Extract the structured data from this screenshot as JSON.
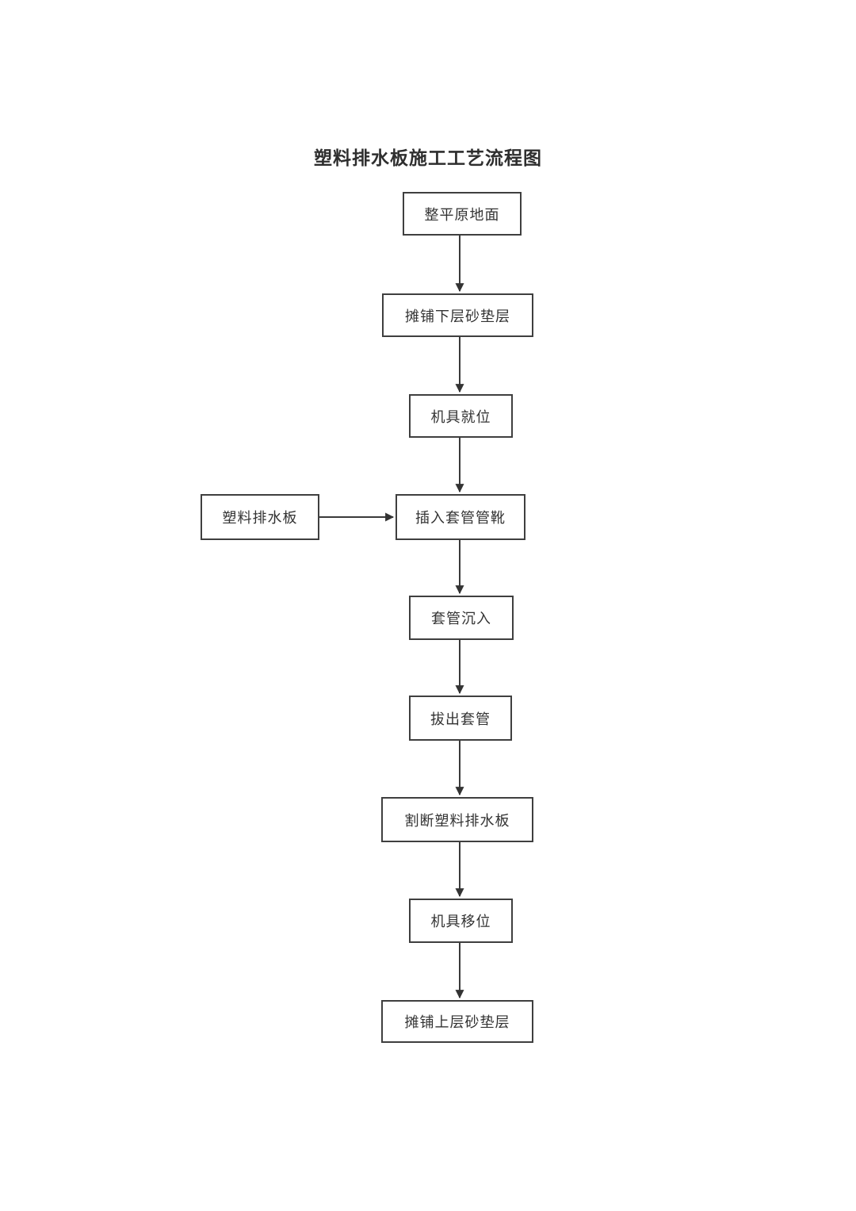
{
  "page": {
    "title": "塑料排水板施工工艺流程图"
  },
  "flowchart": {
    "nodes": [
      {
        "id": "level-ground",
        "label": "整平原地面"
      },
      {
        "id": "lower-sand-cushion",
        "label": "摊铺下层砂垫层"
      },
      {
        "id": "equipment-in-place",
        "label": "机具就位"
      },
      {
        "id": "drainage-board",
        "label": "塑料排水板"
      },
      {
        "id": "insert-casing-shoe",
        "label": "插入套管管靴"
      },
      {
        "id": "casing-sink",
        "label": "套管沉入"
      },
      {
        "id": "pull-out-casing",
        "label": "拔出套管"
      },
      {
        "id": "cut-drainage-board",
        "label": "割断塑料排水板"
      },
      {
        "id": "equipment-relocate",
        "label": "机具移位"
      },
      {
        "id": "upper-sand-cushion",
        "label": "摊铺上层砂垫层"
      }
    ],
    "edges": [
      {
        "from": "level-ground",
        "to": "lower-sand-cushion"
      },
      {
        "from": "lower-sand-cushion",
        "to": "equipment-in-place"
      },
      {
        "from": "equipment-in-place",
        "to": "insert-casing-shoe"
      },
      {
        "from": "drainage-board",
        "to": "insert-casing-shoe"
      },
      {
        "from": "insert-casing-shoe",
        "to": "casing-sink"
      },
      {
        "from": "casing-sink",
        "to": "pull-out-casing"
      },
      {
        "from": "pull-out-casing",
        "to": "cut-drainage-board"
      },
      {
        "from": "cut-drainage-board",
        "to": "equipment-relocate"
      },
      {
        "from": "equipment-relocate",
        "to": "upper-sand-cushion"
      }
    ]
  },
  "colors": {
    "background": "#ffffff",
    "line": "#3a3a3a",
    "border": "#3f3f3f",
    "text": "#333333"
  }
}
